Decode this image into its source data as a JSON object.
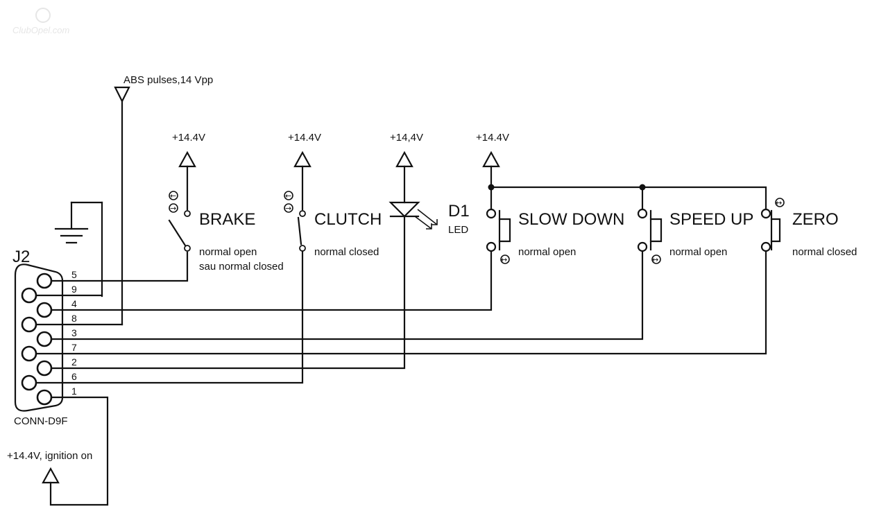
{
  "watermark": "ClubOpel.com",
  "connector": {
    "ref": "J2",
    "part": "CONN-D9F",
    "pins": [
      "5",
      "9",
      "4",
      "8",
      "3",
      "7",
      "2",
      "6",
      "1"
    ]
  },
  "supplies": {
    "abs": "ABS pulses,14 Vpp",
    "brake_v": "+14.4V",
    "clutch_v": "+14.4V",
    "led_v": "+14,4V",
    "buttons_v": "+14.4V",
    "ignition": "+14.4V, ignition on"
  },
  "switches": {
    "brake": {
      "name": "BRAKE",
      "note1": "normal open",
      "note2": "sau normal closed"
    },
    "clutch": {
      "name": "CLUTCH",
      "note1": "normal closed"
    },
    "led": {
      "ref": "D1",
      "type": "LED"
    },
    "slow_down": {
      "name": "SLOW DOWN",
      "note1": "normal open"
    },
    "speed_up": {
      "name": "SPEED UP",
      "note1": "normal open"
    },
    "zero": {
      "name": "ZERO",
      "note1": "normal closed"
    }
  },
  "icons": [
    "ground-icon",
    "supply-arrow-icon",
    "led-icon",
    "switch-icon",
    "pushbutton-icon"
  ]
}
